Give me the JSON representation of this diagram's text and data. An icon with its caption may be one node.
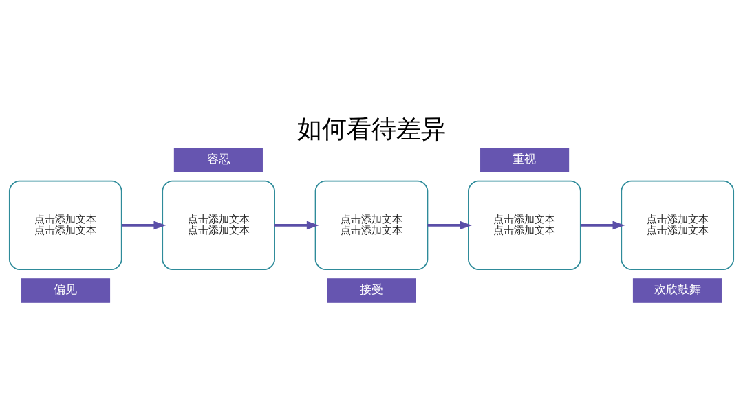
{
  "diagram": {
    "title": "如何看待差异",
    "nodes": [
      {
        "text": [
          "点击添加文本",
          "点击添加文本"
        ]
      },
      {
        "text": [
          "偏见"
        ]
      },
      {
        "text": [
          "点击添加文本",
          "点击添加文本"
        ]
      },
      {
        "text": [
          "容忍"
        ]
      },
      {
        "text": [
          "点击添加文本",
          "点击添加文本"
        ]
      },
      {
        "text": [
          "接受"
        ]
      },
      {
        "text": [
          "点击添加文本",
          "点击添加文本"
        ]
      },
      {
        "text": [
          "重视"
        ]
      },
      {
        "text": [
          "点击添加文本",
          "点击添加文本"
        ]
      },
      {
        "text": [
          "欢欣鼓舞"
        ]
      }
    ],
    "edges": [
      {
        "from": 0,
        "to": 2,
        "arrow": "to"
      },
      {
        "from": 2,
        "to": 4,
        "arrow": "to"
      },
      {
        "from": 4,
        "to": 6,
        "arrow": "to"
      },
      {
        "from": 6,
        "to": 8,
        "arrow": "to"
      }
    ]
  }
}
